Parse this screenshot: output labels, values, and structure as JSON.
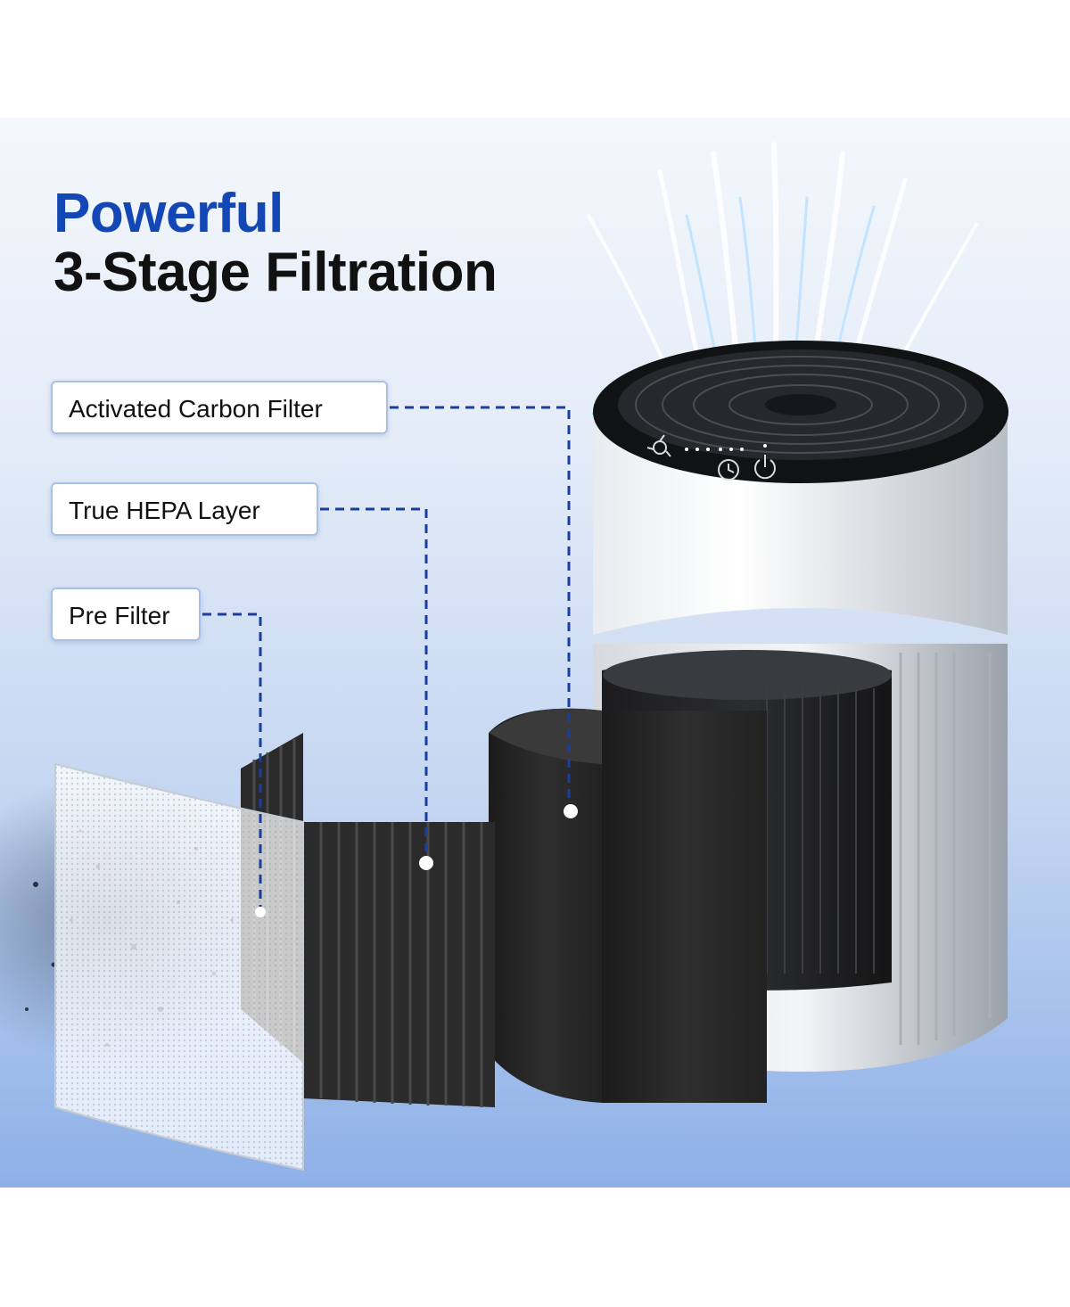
{
  "headline": {
    "line1": "Powerful",
    "line2": "3-Stage Filtration"
  },
  "labels": {
    "carbon": "Activated Carbon Filter",
    "hepa": "True HEPA Layer",
    "pre": "Pre Filter"
  },
  "colors": {
    "headline_blue": "#1247b5",
    "leader_line": "#1a3f9a",
    "accent_glow": "#3ee6b0"
  },
  "icons": {
    "fan_speed": "fan-icon",
    "timer": "clock-icon",
    "power": "power-icon"
  }
}
